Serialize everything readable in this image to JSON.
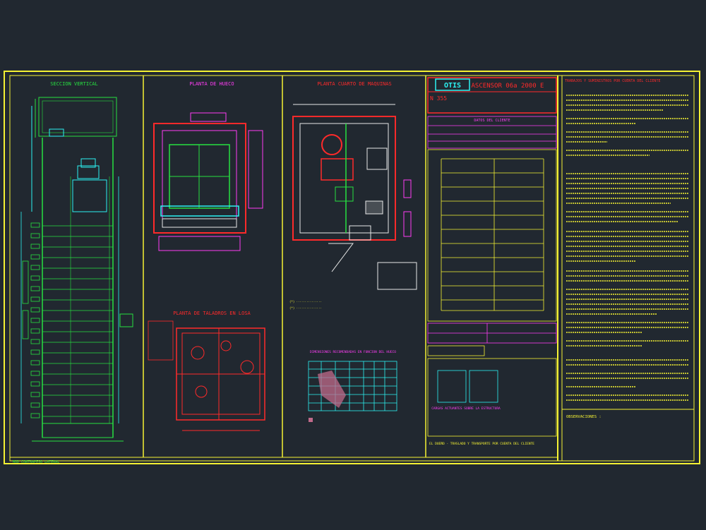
{
  "colors": {
    "background": "#212830",
    "frame": "#f5f233",
    "green": "#27e040",
    "magenta": "#ff3df5",
    "red": "#ff2a2a",
    "cyan": "#2cf2f2",
    "white": "#e8e8e8"
  },
  "panels": {
    "vertical_section": {
      "title": "SECCION VERTICAL"
    },
    "shaft_plan": {
      "title": "PLANTA DE HUECO"
    },
    "slab_openings": {
      "title": "PLANTA DE TALADROS EN LOSA"
    },
    "machine_room": {
      "title": "PLANTA CUARTO DE MAQUINAS"
    },
    "recommended_dims": {
      "title": "DIMENSIONES RECOMENDADAS EN FUNCION DEL HUECO"
    }
  },
  "title_block": {
    "logo": "OTIS",
    "product": "ASCENSOR 06a 2000 E",
    "drawing_no": "N 355",
    "client_header": "DATOS DEL CLIENTE",
    "loads_caption": "CARGAS ACTUANTES SOBRE LA ESTRUCTURA",
    "bottom_note": "EL DUEÑO - TRASLADO Y TRANSPORTE POR CUENTA DEL CLIENTE"
  },
  "notes": {
    "title": "TRABAJOS Y SUMINISTROS POR CUENTA DEL CLIENTE",
    "observations": "OBSERVACIONES :"
  },
  "legend_bottom_left": "MOD CONTRAPESO LATERAL"
}
